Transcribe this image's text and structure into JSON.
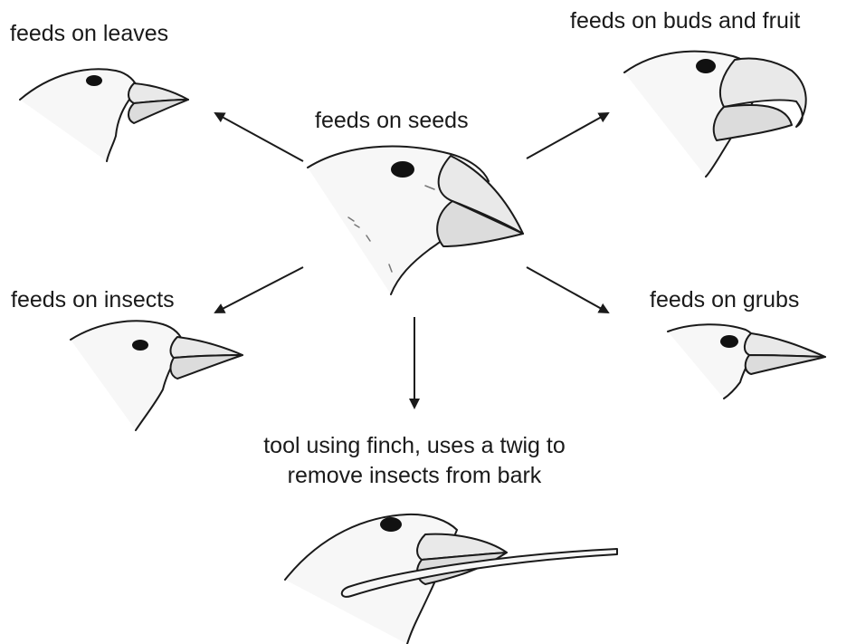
{
  "diagram": {
    "center": {
      "label": "feeds on seeds",
      "icon": "seed-eating-finch-head"
    },
    "branches": [
      {
        "label": "feeds on leaves",
        "icon": "leaf-eating-finch-head"
      },
      {
        "label": "feeds on buds and fruit",
        "icon": "bud-and-fruit-eating-finch-head"
      },
      {
        "label": "feeds on insects",
        "icon": "insect-eating-finch-head"
      },
      {
        "label": "feeds on grubs",
        "icon": "grub-eating-finch-head"
      },
      {
        "label_line1": "tool using finch, uses a twig to",
        "label_line2": "remove insects from bark",
        "icon": "tool-using-finch-head"
      }
    ],
    "colors": {
      "ink": "#1a1a1a",
      "beak": "#e9e9e9",
      "twig": "#f6f6f6"
    }
  }
}
